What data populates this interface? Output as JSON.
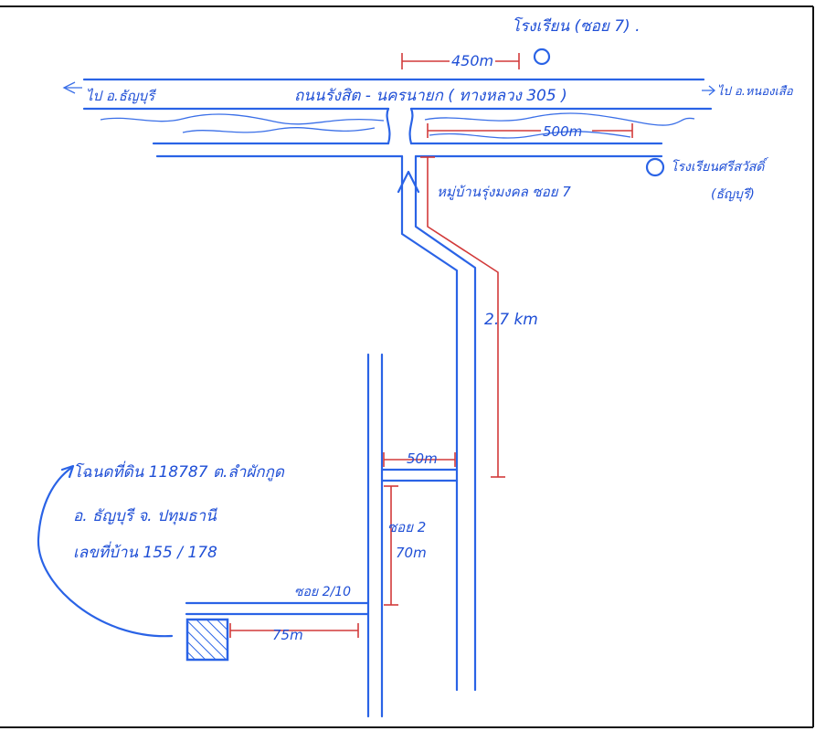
{
  "labels": {
    "landmark_top": "โรงเรียน (ซอย 7) .",
    "dist_450": "450m",
    "left_dest": "ไป อ.ธัญบุรี",
    "main_road": "ถนนรังสิต - นครนายก ( ทางหลวง 305 )",
    "right_dest": "ไป อ.หนองเสือ",
    "dist_500": "500m",
    "landmark_right_1": "โรงเรียนศรีสวัสดิ์",
    "landmark_right_2": "(ธัญบุรี)",
    "village": "หมู่บ้านรุ่งมงคล ซอย 7",
    "dist_2_7": "2.7 km",
    "dist_50": "50m",
    "soi_2": "ซอย 2",
    "dist_70": "70m",
    "soi_2_10": "ซอย 2/10",
    "dist_75": "75m",
    "note_1": "โฉนดที่ดิน 118787 ต.ลำผักกูด",
    "note_2": "อ. ธัญบุรี จ. ปทุมธานี",
    "note_3": "เลขที่บ้าน 155 / 178"
  },
  "colors": {
    "ink": "#2a63e6",
    "text": "#1f4fd6",
    "measure": "#d23a3a",
    "frame": "#111111"
  },
  "icons": [
    "left-arrow-icon",
    "right-arrow-icon",
    "north-arrow-icon",
    "landmark-circle-icon",
    "curved-pointer-arrow-icon",
    "hatched-plot-icon"
  ]
}
